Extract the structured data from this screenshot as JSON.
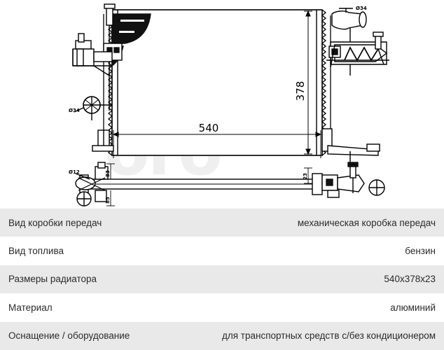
{
  "drawing": {
    "title": "radiator-technical-drawing",
    "watermark": "oro",
    "dimensions": {
      "width_label": "540",
      "height_label": "378",
      "inlet_top_right": "Ø34",
      "inlet_left": "Ø34",
      "outlet_bottom_left": "Ø12",
      "small_left_upper": "83",
      "small_left_lower": "85",
      "small_right": "23"
    }
  },
  "spec_table": {
    "rows": [
      {
        "key": "Вид коробки передач",
        "value": "механическая коробка передач"
      },
      {
        "key": "Вид топлива",
        "value": "бензин"
      },
      {
        "key": "Размеры радиатора",
        "value": "540x378x23"
      },
      {
        "key": "Материал",
        "value": "алюминий"
      },
      {
        "key": "Оснащение / оборудование",
        "value": "для транспортных средств с/без кондиционером"
      }
    ]
  },
  "colors": {
    "row_odd": "#e9e9e9",
    "row_even": "#ffffff",
    "text": "#2b2b2b",
    "line": "#000000",
    "watermark": "#efefef"
  }
}
